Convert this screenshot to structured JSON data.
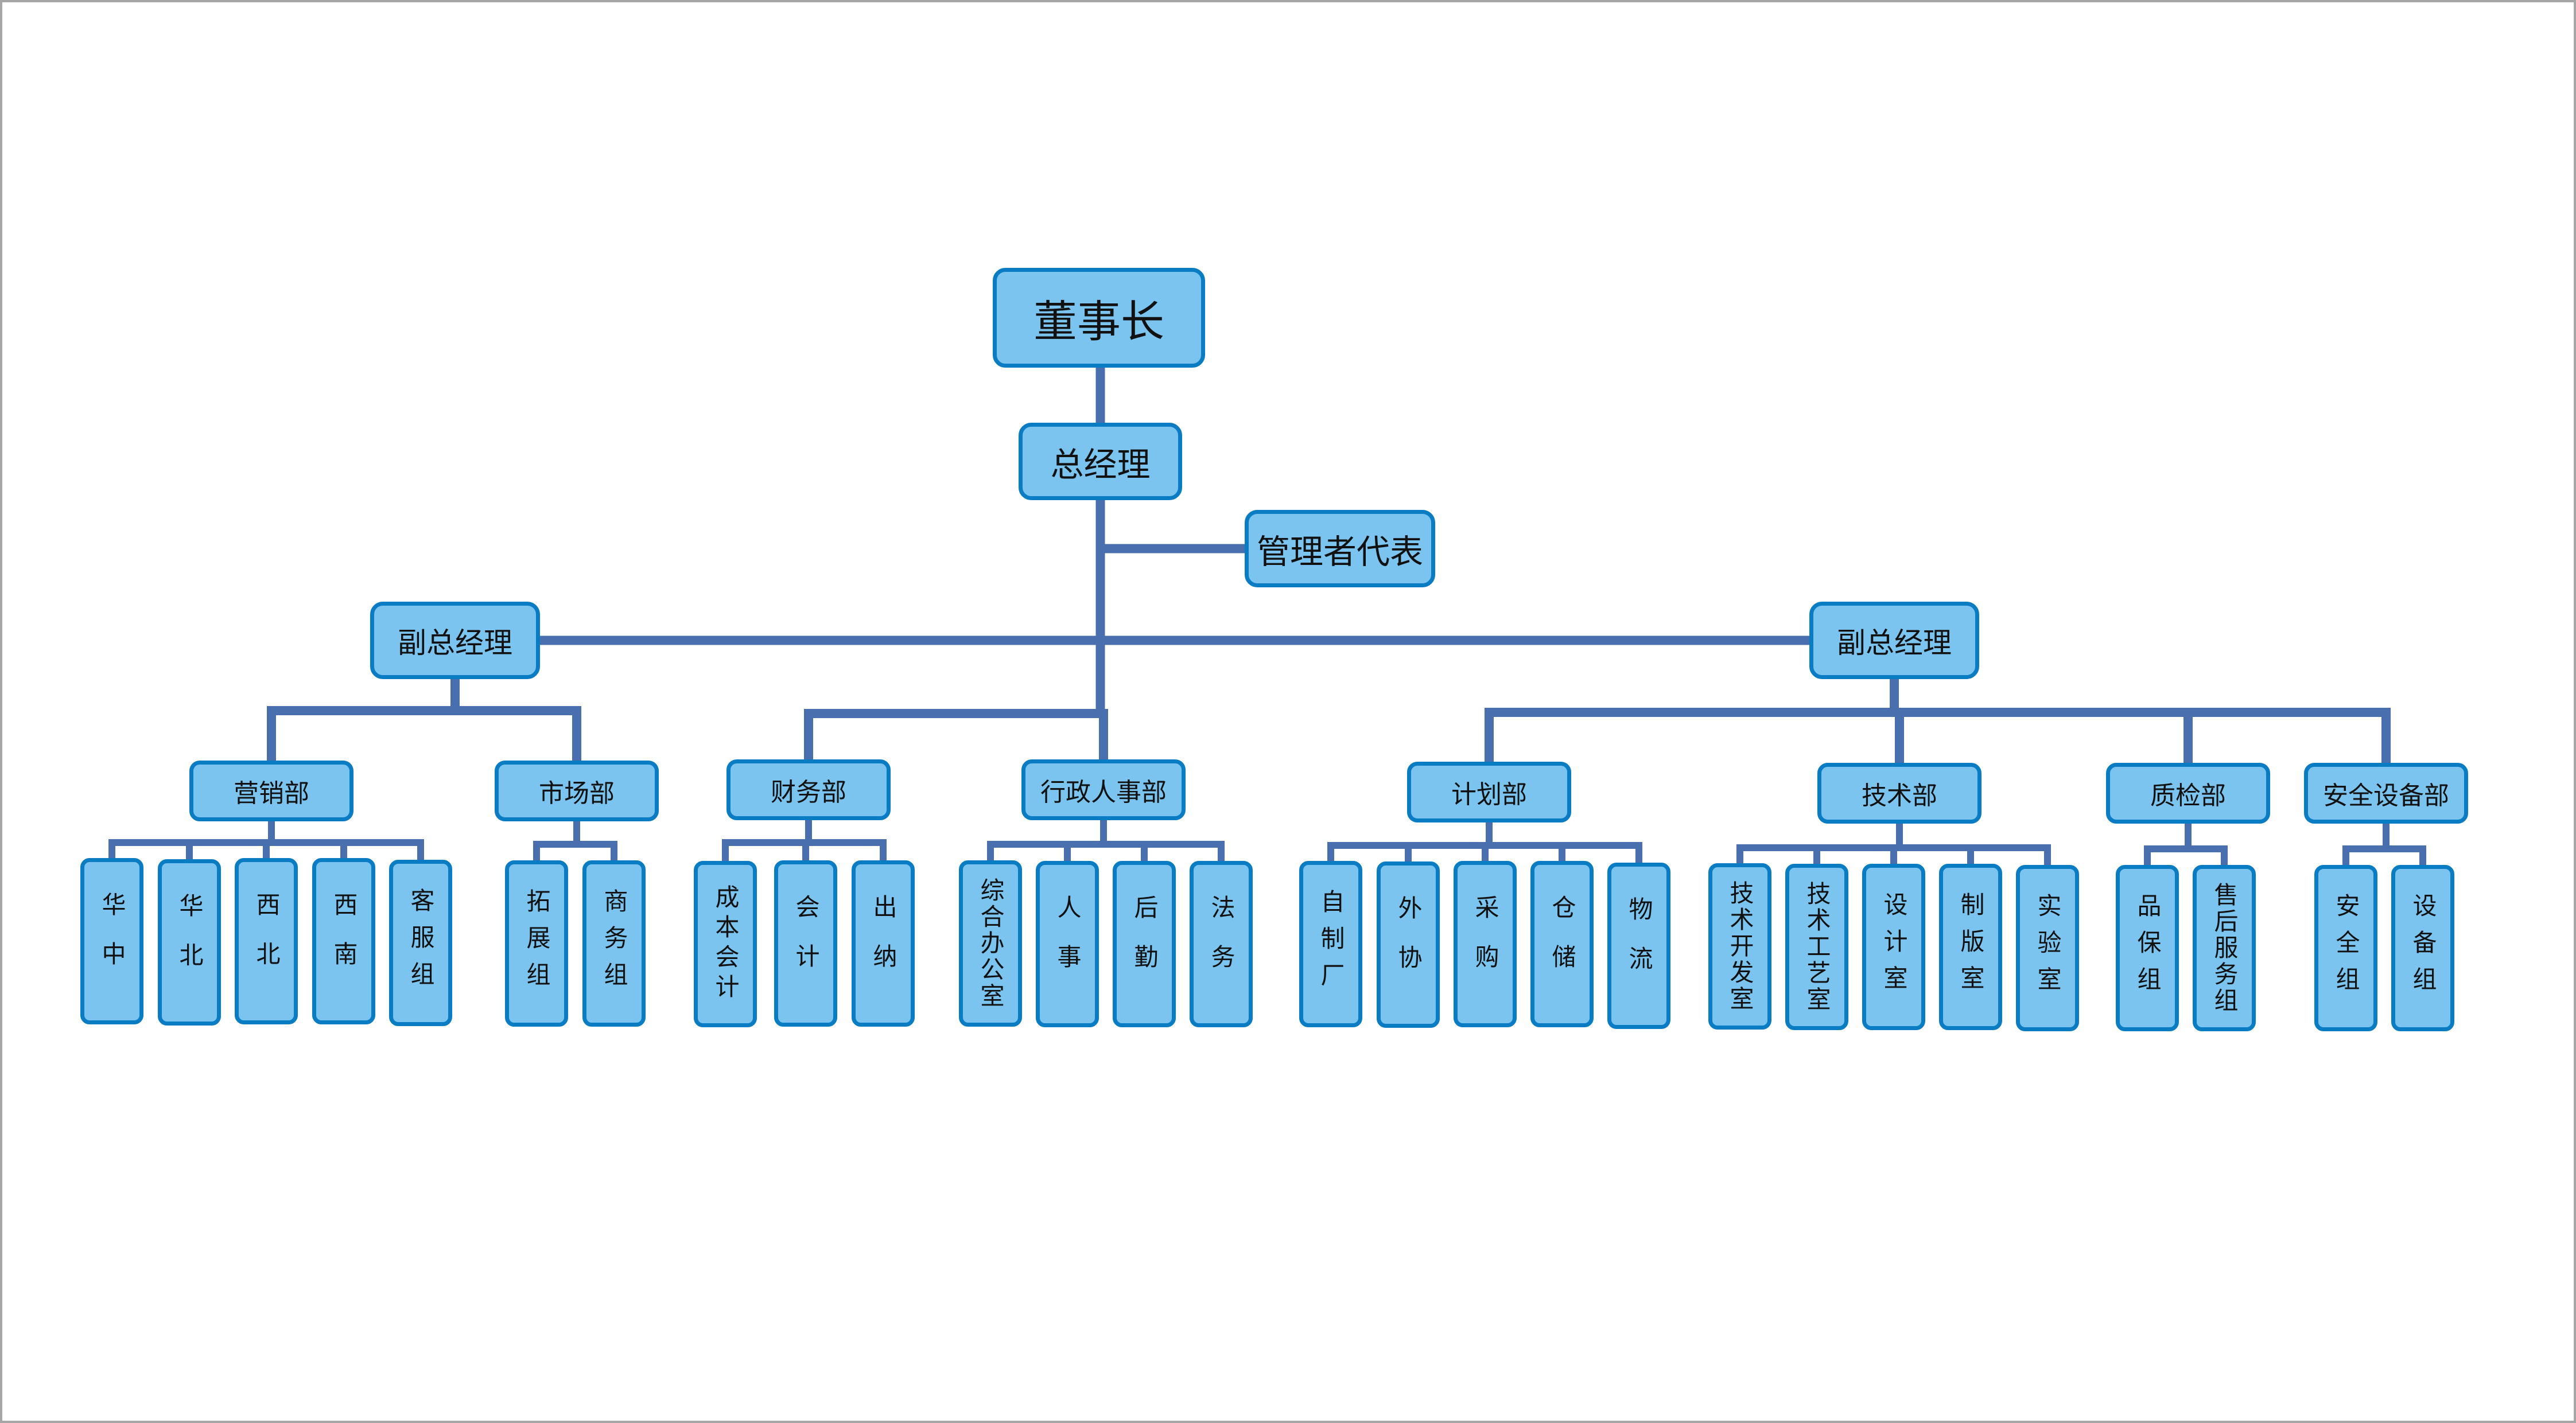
{
  "colors": {
    "node_fill": "#7ac4ef",
    "node_border": "#0a7cc4",
    "connector": "#4a6fae",
    "frame": "#a6a6a6"
  },
  "chart": {
    "chairman": "董事长",
    "general_manager": "总经理",
    "management_rep": "管理者代表",
    "vp_left": {
      "title": "副总经理",
      "departments": [
        {
          "name": "营销部",
          "units": [
            "华中",
            "华北",
            "西北",
            "西南",
            "客服组"
          ]
        },
        {
          "name": "市场部",
          "units": [
            "拓展组",
            "商务组"
          ]
        }
      ]
    },
    "gm_direct": {
      "departments": [
        {
          "name": "财务部",
          "units": [
            "成本会计",
            "会计",
            "出纳"
          ]
        },
        {
          "name": "行政人事部",
          "units": [
            "综合办公室",
            "人事",
            "后勤",
            "法务"
          ]
        }
      ]
    },
    "vp_right": {
      "title": "副总经理",
      "departments": [
        {
          "name": "计划部",
          "units": [
            "自制厂",
            "外协",
            "采购",
            "仓储",
            "物流"
          ]
        },
        {
          "name": "技术部",
          "units": [
            "技术开发室",
            "技术工艺室",
            "设计室",
            "制版室",
            "实验室"
          ]
        },
        {
          "name": "质检部",
          "units": [
            "品保组",
            "售后服务组"
          ]
        },
        {
          "name": "安全设备部",
          "units": [
            "安全组",
            "设备组"
          ]
        }
      ]
    }
  }
}
